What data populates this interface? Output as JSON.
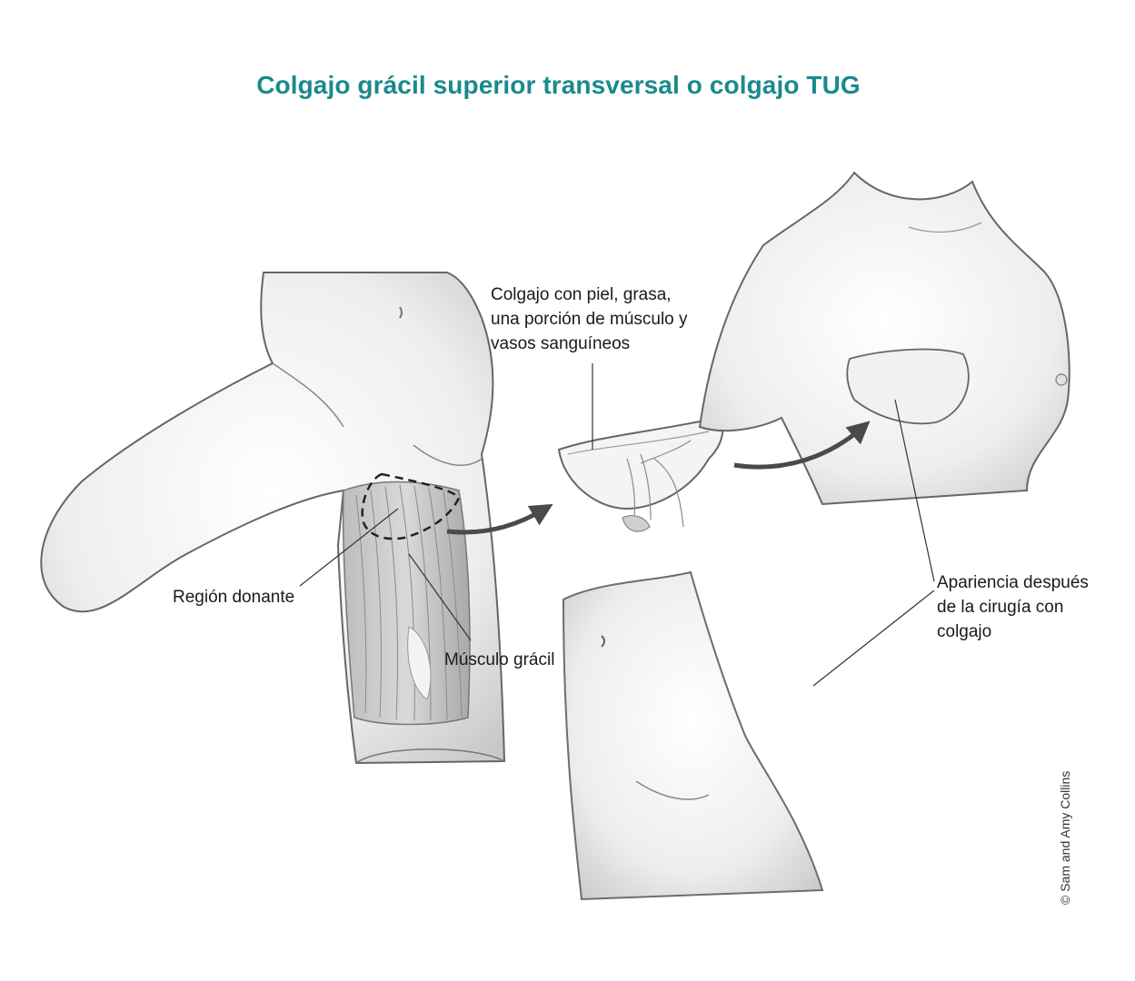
{
  "title": "Colgajo grácil superior transversal o colgajo TUG",
  "labels": {
    "flap": [
      "Colgajo con piel, grasa,",
      "una porción de músculo y",
      "vasos sanguíneos"
    ],
    "donor": "Región donante",
    "muscle": "Músculo grácil",
    "after": [
      "Apariencia después",
      "de la cirugía con",
      "colgajo"
    ]
  },
  "credit": "© Sam and Amy Collins",
  "colors": {
    "title": "#1a8a8c",
    "line": "#333333",
    "arrow": "#4a4a4a"
  }
}
